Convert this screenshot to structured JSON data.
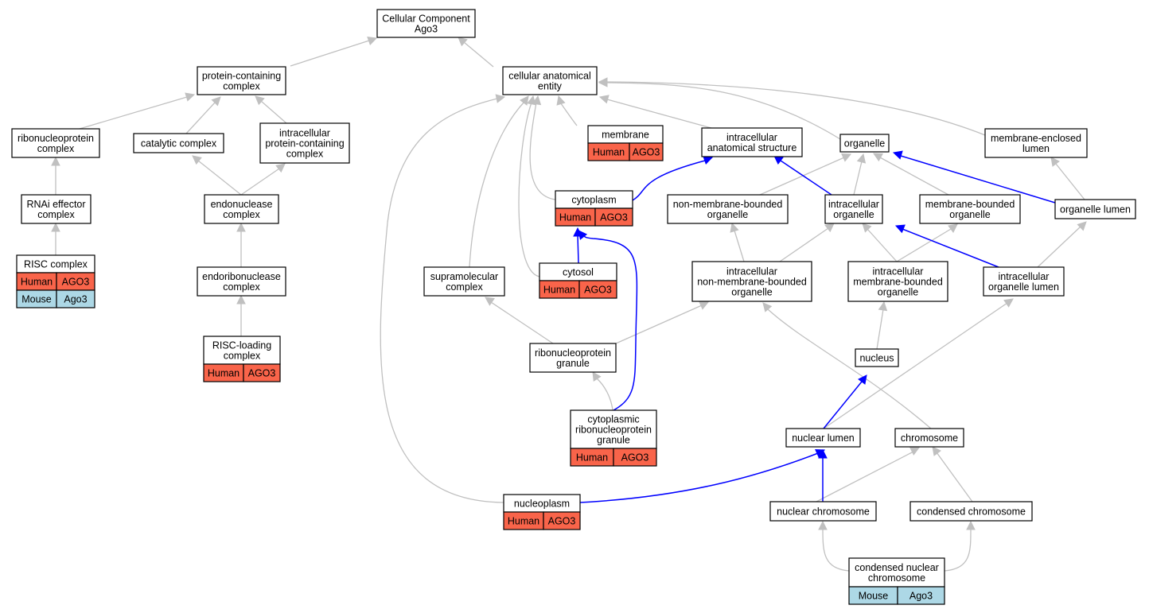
{
  "colors": {
    "human": "#f9644a",
    "mouse": "#add8e6",
    "edge_gray": "#c0c0c0",
    "edge_blue": "#0000ff"
  },
  "nodes": {
    "root": {
      "lines": [
        "Cellular Component",
        "Ago3"
      ]
    },
    "protein_containing": {
      "lines": [
        "protein-containing",
        "complex"
      ]
    },
    "cellular_anatomical": {
      "lines": [
        "cellular anatomical",
        "entity"
      ]
    },
    "ribonucleoprotein_complex": {
      "lines": [
        "ribonucleoprotein",
        "complex"
      ]
    },
    "catalytic_complex": {
      "lines": [
        "catalytic complex"
      ]
    },
    "intracellular_protein_containing": {
      "lines": [
        "intracellular",
        "protein-containing",
        "complex"
      ]
    },
    "membrane": {
      "lines": [
        "membrane"
      ],
      "annotations": [
        [
          "Human",
          "AGO3"
        ]
      ]
    },
    "intracellular_anatomical": {
      "lines": [
        "intracellular",
        "anatomical structure"
      ]
    },
    "organelle": {
      "lines": [
        "organelle"
      ]
    },
    "membrane_enclosed_lumen": {
      "lines": [
        "membrane-enclosed",
        "lumen"
      ]
    },
    "rnai_effector": {
      "lines": [
        "RNAi effector",
        "complex"
      ]
    },
    "endonuclease_complex": {
      "lines": [
        "endonuclease",
        "complex"
      ]
    },
    "cytoplasm": {
      "lines": [
        "cytoplasm"
      ],
      "annotations": [
        [
          "Human",
          "AGO3"
        ]
      ]
    },
    "non_membrane_bounded": {
      "lines": [
        "non-membrane-bounded",
        "organelle"
      ]
    },
    "intracellular_organelle": {
      "lines": [
        "intracellular",
        "organelle"
      ]
    },
    "membrane_bounded": {
      "lines": [
        "membrane-bounded",
        "organelle"
      ]
    },
    "organelle_lumen": {
      "lines": [
        "organelle lumen"
      ]
    },
    "risc_complex": {
      "lines": [
        "RISC complex"
      ],
      "annotations": [
        [
          "Human",
          "AGO3"
        ],
        [
          "Mouse",
          "Ago3"
        ]
      ]
    },
    "endoribonuclease": {
      "lines": [
        "endoribonuclease",
        "complex"
      ]
    },
    "supramolecular": {
      "lines": [
        "supramolecular",
        "complex"
      ]
    },
    "cytosol": {
      "lines": [
        "cytosol"
      ],
      "annotations": [
        [
          "Human",
          "AGO3"
        ]
      ]
    },
    "intracellular_non_membrane": {
      "lines": [
        "intracellular",
        "non-membrane-bounded",
        "organelle"
      ]
    },
    "intracellular_membrane_bounded": {
      "lines": [
        "intracellular",
        "membrane-bounded",
        "organelle"
      ]
    },
    "intracellular_organelle_lumen": {
      "lines": [
        "intracellular",
        "organelle lumen"
      ]
    },
    "risc_loading": {
      "lines": [
        "RISC-loading",
        "complex"
      ],
      "annotations": [
        [
          "Human",
          "AGO3"
        ]
      ]
    },
    "ribonucleoprotein_granule": {
      "lines": [
        "ribonucleoprotein",
        "granule"
      ]
    },
    "nucleus": {
      "lines": [
        "nucleus"
      ]
    },
    "cytoplasmic_rnp_granule": {
      "lines": [
        "cytoplasmic",
        "ribonucleoprotein",
        "granule"
      ],
      "annotations": [
        [
          "Human",
          "AGO3"
        ]
      ]
    },
    "nuclear_lumen": {
      "lines": [
        "nuclear lumen"
      ]
    },
    "chromosome": {
      "lines": [
        "chromosome"
      ]
    },
    "nucleoplasm": {
      "lines": [
        "nucleoplasm"
      ],
      "annotations": [
        [
          "Human",
          "AGO3"
        ]
      ]
    },
    "nuclear_chromosome": {
      "lines": [
        "nuclear chromosome"
      ]
    },
    "condensed_chromosome": {
      "lines": [
        "condensed chromosome"
      ]
    },
    "condensed_nuclear_chromosome": {
      "lines": [
        "condensed nuclear",
        "chromosome"
      ],
      "annotations": [
        [
          "Mouse",
          "Ago3"
        ]
      ]
    }
  }
}
